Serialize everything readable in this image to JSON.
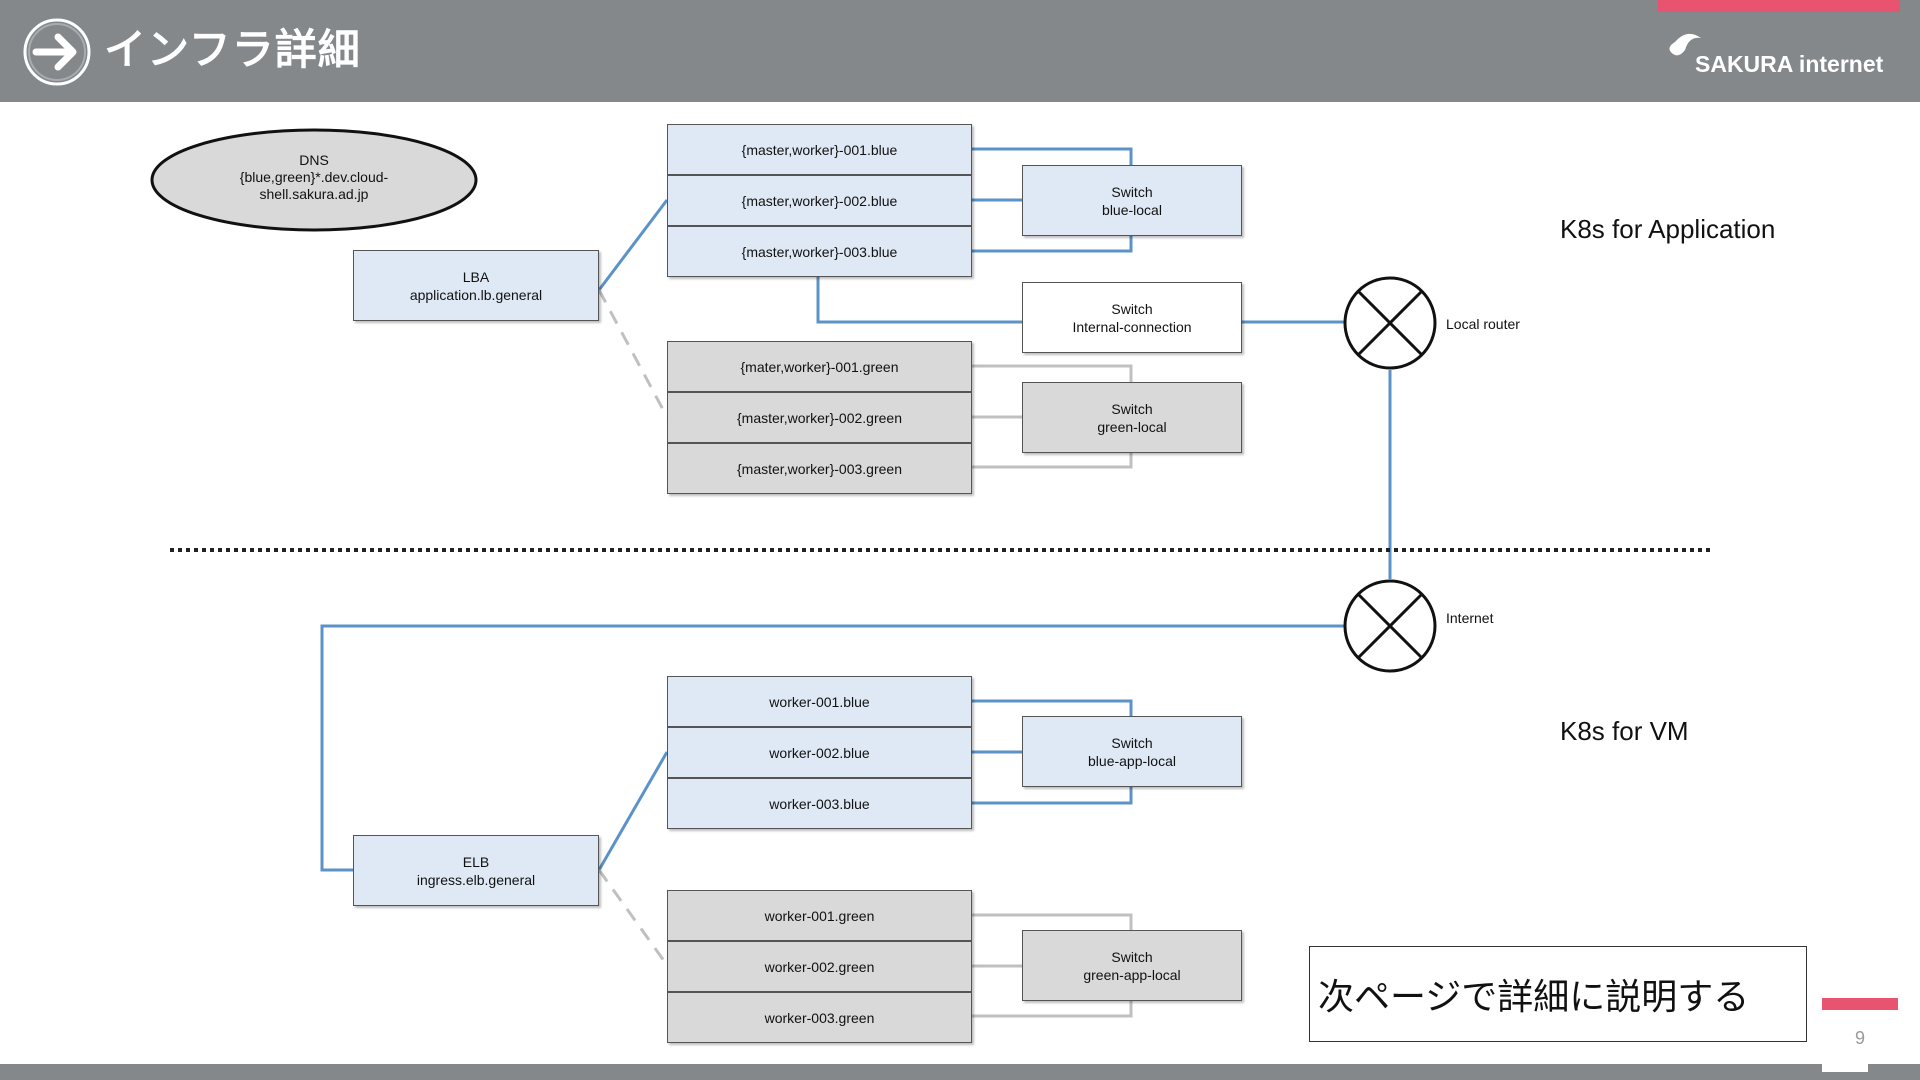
{
  "header": {
    "title": "インフラ詳細",
    "brand": "SAKURA internet",
    "accent_color": "#e85470",
    "bar_color": "#84888b",
    "icon": "arrow-right-circle-icon"
  },
  "dns": {
    "line1": "DNS",
    "line2": "{blue,green}*.dev.cloud-",
    "line3": "shell.sakura.ad.jp"
  },
  "app_section": {
    "label": "K8s for Application",
    "lb": {
      "line1": "LBA",
      "line2": "application.lb.general"
    },
    "blue_nodes": [
      "{master,worker}-001.blue",
      "{master,worker}-002.blue",
      "{master,worker}-003.blue"
    ],
    "green_nodes": [
      "{mater,worker}-001.green",
      "{master,worker}-002.green",
      "{master,worker}-003.green"
    ],
    "switch_blue": {
      "line1": "Switch",
      "line2": "blue-local"
    },
    "switch_green": {
      "line1": "Switch",
      "line2": "green-local"
    },
    "switch_internal": {
      "line1": "Switch",
      "line2": "Internal-connection"
    },
    "router_label": "Local router"
  },
  "vm_section": {
    "label": "K8s for VM",
    "lb": {
      "line1": "ELB",
      "line2": "ingress.elb.general"
    },
    "blue_nodes": [
      "worker-001.blue",
      "worker-002.blue",
      "worker-003.blue"
    ],
    "green_nodes": [
      "worker-001.green",
      "worker-002.green",
      "worker-003.green"
    ],
    "switch_blue": {
      "line1": "Switch",
      "line2": "blue-app-local"
    },
    "switch_green": {
      "line1": "Switch",
      "line2": "green-app-local"
    },
    "internet_label": "Internet"
  },
  "note": "次ページで詳細に説明する",
  "page_number": "9",
  "colors": {
    "blue_line": "#5b93c8",
    "grey_line": "#c0c0c0",
    "blue_fill": "#dfe9f5",
    "grey_fill": "#d9d9d9"
  }
}
